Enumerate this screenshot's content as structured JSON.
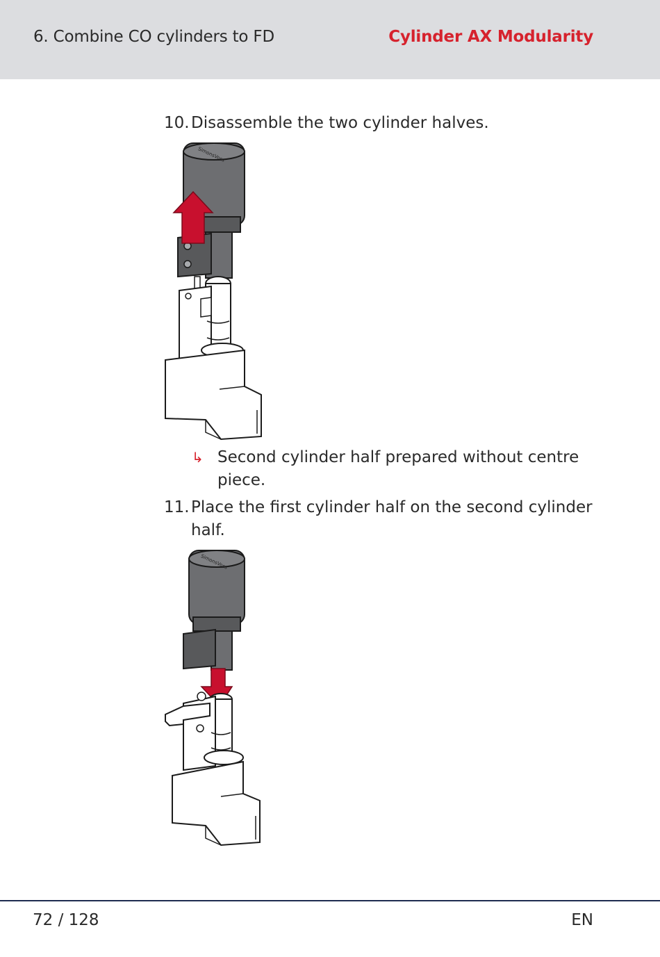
{
  "header": {
    "section_title": "6. Combine CO cylinders to FD",
    "product_name": "Cylinder AX Modularity",
    "product_color": "#d6222d"
  },
  "steps": [
    {
      "number": "10.",
      "text": "Disassemble the two cylinder halves."
    },
    {
      "result_marker": "↳",
      "result": "Second cylinder half prepared without centre piece."
    },
    {
      "number": "11.",
      "text": "Place the first cylinder half on the second cylinder half."
    }
  ],
  "illustrations": {
    "brand_mark": "SimonsVoss",
    "arrow_up_icon": "arrow-up-icon",
    "arrow_down_icon": "arrow-down-icon"
  },
  "footer": {
    "page": "72 / 128",
    "language": "EN",
    "rule_color": "#1d2b4f"
  }
}
